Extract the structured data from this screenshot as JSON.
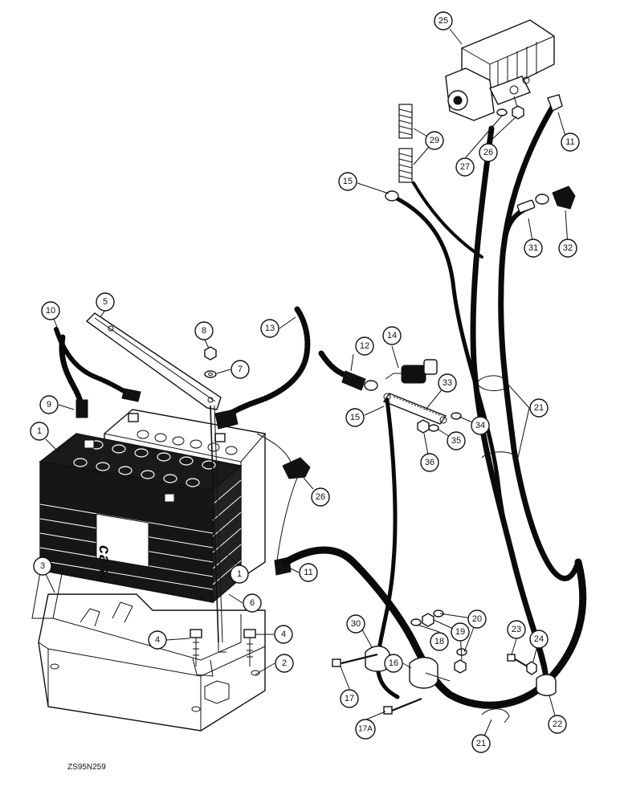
{
  "figure": {
    "code": "ZS95N259",
    "brand_mark": "case"
  },
  "callouts": [
    {
      "id": "c1",
      "label": "1"
    },
    {
      "id": "c1b",
      "label": "1"
    },
    {
      "id": "c2",
      "label": "2"
    },
    {
      "id": "c3",
      "label": "3"
    },
    {
      "id": "c4a",
      "label": "4"
    },
    {
      "id": "c4b",
      "label": "4"
    },
    {
      "id": "c5",
      "label": "5"
    },
    {
      "id": "c6",
      "label": "6"
    },
    {
      "id": "c7",
      "label": "7"
    },
    {
      "id": "c8",
      "label": "8"
    },
    {
      "id": "c9",
      "label": "9"
    },
    {
      "id": "c10",
      "label": "10"
    },
    {
      "id": "c11a",
      "label": "11"
    },
    {
      "id": "c11b",
      "label": "11"
    },
    {
      "id": "c12",
      "label": "12"
    },
    {
      "id": "c13",
      "label": "13"
    },
    {
      "id": "c14",
      "label": "14"
    },
    {
      "id": "c15a",
      "label": "15"
    },
    {
      "id": "c15b",
      "label": "15"
    },
    {
      "id": "c16",
      "label": "16"
    },
    {
      "id": "c17",
      "label": "17"
    },
    {
      "id": "c17a",
      "label": "17A"
    },
    {
      "id": "c18",
      "label": "18"
    },
    {
      "id": "c19",
      "label": "19"
    },
    {
      "id": "c20",
      "label": "20"
    },
    {
      "id": "c21a",
      "label": "21"
    },
    {
      "id": "c21b",
      "label": "21"
    },
    {
      "id": "c22",
      "label": "22"
    },
    {
      "id": "c23",
      "label": "23"
    },
    {
      "id": "c24",
      "label": "24"
    },
    {
      "id": "c25",
      "label": "25"
    },
    {
      "id": "c26a",
      "label": "26"
    },
    {
      "id": "c26b",
      "label": "26"
    },
    {
      "id": "c27",
      "label": "27"
    },
    {
      "id": "c29",
      "label": "29"
    },
    {
      "id": "c30",
      "label": "30"
    },
    {
      "id": "c31",
      "label": "31"
    },
    {
      "id": "c32",
      "label": "32"
    },
    {
      "id": "c33",
      "label": "33"
    },
    {
      "id": "c34",
      "label": "34"
    },
    {
      "id": "c35",
      "label": "35"
    },
    {
      "id": "c36",
      "label": "36"
    }
  ]
}
